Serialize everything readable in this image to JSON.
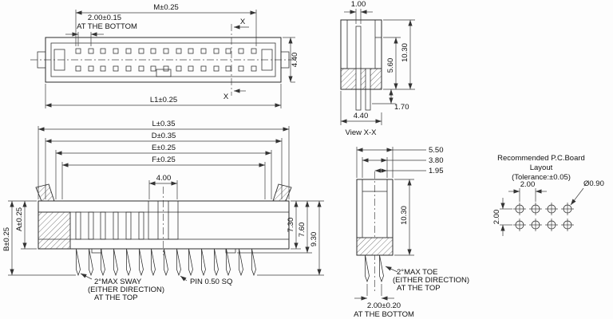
{
  "drawing": {
    "top_view": {
      "dim_m": "M±0.25",
      "dim_pitch": "2.00±0.15",
      "pitch_note": "AT THE BOTTOM",
      "section_x_top": "X",
      "section_x_bottom": "X",
      "dim_height": "4.40",
      "dim_l1": "L1±0.25"
    },
    "section_view": {
      "dim_top": "1.00",
      "dim_total_height": "10.30",
      "dim_inner_height": "5.60",
      "dim_standoff": "1.70",
      "dim_width": "4.40",
      "caption": "View  X-X"
    },
    "front_view": {
      "dim_l": "L±0.35",
      "dim_d": "D±0.35",
      "dim_e": "E±0.25",
      "dim_f": "F±0.25",
      "dim_key": "4.00",
      "dim_a": "A±0.25",
      "dim_b": "B±0.25",
      "dim_730": "7.30",
      "dim_760": "7.60",
      "dim_930": "9.30",
      "sway_note_1": "2°MAX SWAY",
      "sway_note_2": "(EITHER DIRECTION)",
      "sway_note_3": "AT THE TOP",
      "pin_note": "PIN  0.50 SQ"
    },
    "side_view": {
      "dim_550": "5.50",
      "dim_380": "3.80",
      "dim_195": "1.95",
      "dim_1030": "10.30",
      "toe_note_1": "2°MAX TOE",
      "toe_note_2": "(EITHER DIRECTION)",
      "toe_note_3": "AT THE TOP",
      "dim_bottom": "2.00±0.20",
      "bottom_note": "AT THE BOTTOM"
    },
    "pcb_layout": {
      "title_1": "Recommended  P.C.Board",
      "title_2": "Layout",
      "title_3": "(Tolerance:±0.05)",
      "dim_pitch_h": "2.00",
      "dim_pitch_v": "2.00",
      "dim_hole": "Ø0.90"
    }
  }
}
